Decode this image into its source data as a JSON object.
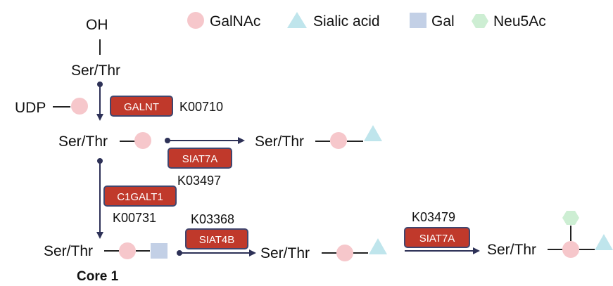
{
  "colors": {
    "galnac": "#f6c7cb",
    "sialic": "#bfe5ec",
    "gal": "#c3d0e6",
    "neu5ac": "#cdeed3",
    "enzyme_fill": "#c0392b",
    "enzyme_border": "#41466e",
    "arrow": "#2d3157",
    "core_label": "#a33025"
  },
  "legend": [
    {
      "label": "GalNAc",
      "shape": "circle"
    },
    {
      "label": "Sialic acid",
      "shape": "triangle"
    },
    {
      "label": "Gal",
      "shape": "square"
    },
    {
      "label": "Neu5Ac",
      "shape": "hexagon"
    }
  ],
  "nodes": {
    "oh": "OH",
    "ser_thr": "Ser/Thr",
    "udp": "UDP",
    "core_label": "Core 1"
  },
  "enzymes": [
    {
      "name": "GALNT",
      "kegg": "K00710"
    },
    {
      "name": "SIAT7A",
      "kegg": "K03497"
    },
    {
      "name": "C1GALT1",
      "kegg": "K00731"
    },
    {
      "name": "SIAT4B",
      "kegg": "K03368"
    },
    {
      "name": "SIAT7A",
      "kegg": "K03479"
    }
  ]
}
